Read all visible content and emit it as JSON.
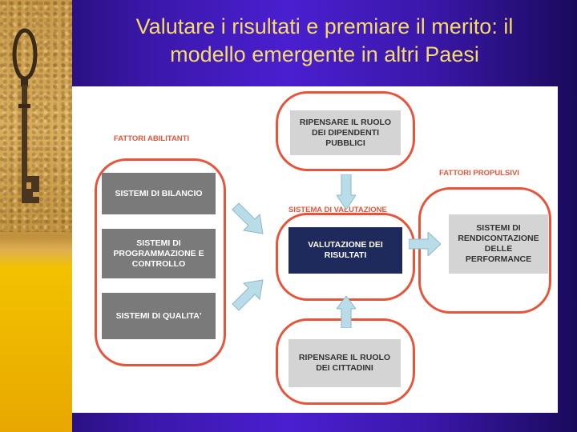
{
  "slide": {
    "title_line1": "Valutare i risultati e premiare il merito: il",
    "title_line2": "modello emergente in altri Paesi"
  },
  "diagram": {
    "fattori_abilitanti_label": "FATTORI ABILITANTI",
    "fattori_propulsivi_label": "FATTORI PROPULSIVI",
    "sistema_valutazione_label": "SISTEMA DI VALUTAZIONE",
    "left_boxes": [
      "SISTEMI DI BILANCIO",
      "SISTEMI DI PROGRAMMAZIONE E CONTROLLO",
      "SISTEMI DI QUALITA'"
    ],
    "top_box": "RIPENSARE IL RUOLO DEI DIPENDENTI PUBBLICI",
    "center_box": "VALUTAZIONE DEI RISULTATI",
    "bottom_box": "RIPENSARE IL RUOLO DEI CITTADINI",
    "right_box": "SISTEMI DI RENDICONTAZIONE DELLE PERFORMANCE"
  },
  "colors": {
    "oval_border": "#e8543a",
    "title_text": "#f4dc66",
    "arrow_fill": "#b9dde8"
  }
}
